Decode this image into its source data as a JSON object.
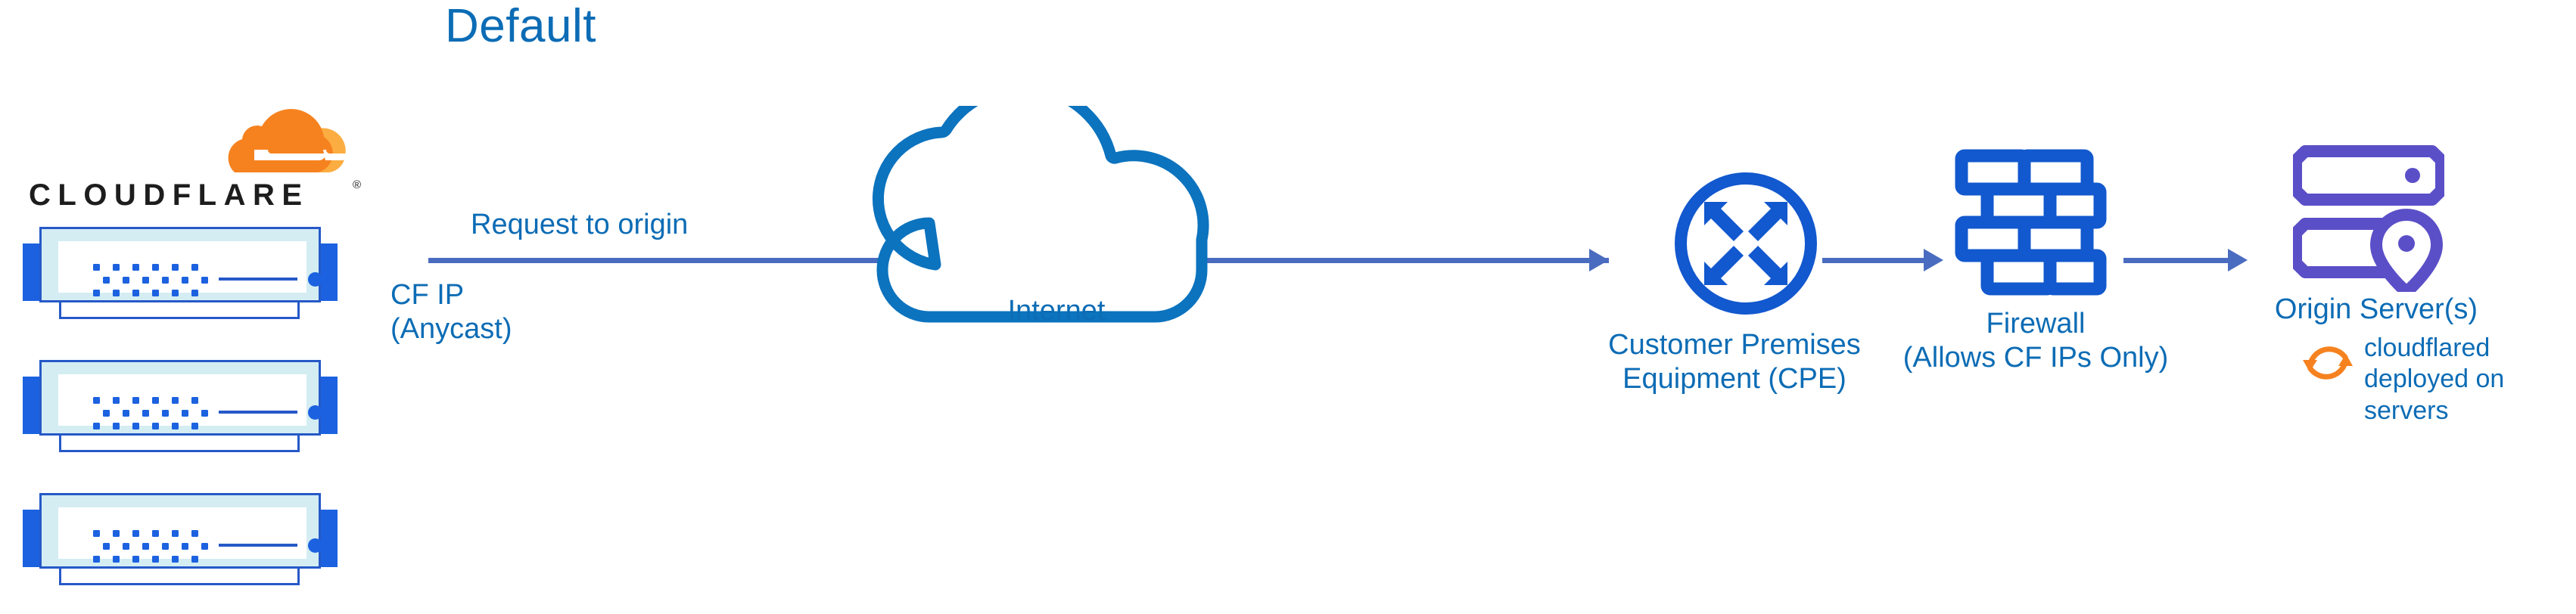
{
  "diagram": {
    "title": "Default",
    "title_color": "#0C6CB5",
    "accent_blue": "#0C6CB5",
    "arrow_blue": "#4A6CC0",
    "node_blue": "#1C62E0",
    "origin_purple": "#5B4FC8",
    "cloudflare_orange": "#F6821F",
    "cloudflare_orange_light": "#FBAD41"
  },
  "cloudflare_logo": {
    "wordmark": "CLOUDFLARE",
    "registered_mark": "®",
    "mark_icon": "cloudflare-cloud-icon"
  },
  "cf_servers": [
    {
      "name": "cloudflare-server-1"
    },
    {
      "name": "cloudflare-server-2"
    },
    {
      "name": "cloudflare-server-3"
    }
  ],
  "flow": {
    "request_label": "Request to origin",
    "cf_ip_label_line1": "CF IP",
    "cf_ip_label_line2": "(Anycast)",
    "arrows": [
      {
        "name": "arrow-cf-to-cpe"
      },
      {
        "name": "arrow-cpe-to-firewall"
      },
      {
        "name": "arrow-firewall-to-origin"
      }
    ]
  },
  "nodes": {
    "internet": {
      "label": "Internet",
      "icon": "cloud-outline-icon"
    },
    "cpe": {
      "label_line1": "Customer Premises",
      "label_line2": "Equipment (CPE)",
      "icon": "router-four-arrows-icon"
    },
    "firewall": {
      "label_line1": "Firewall",
      "label_line2": "(Allows CF IPs Only)",
      "icon": "brick-wall-icon"
    },
    "origin": {
      "label": "Origin Server(s)",
      "icon": "server-rack-pin-icon",
      "cloudflared_icon": "sync-arrows-icon",
      "cloudflared_line1": "cloudflared",
      "cloudflared_line2": "deployed on",
      "cloudflared_line3": "servers"
    }
  }
}
